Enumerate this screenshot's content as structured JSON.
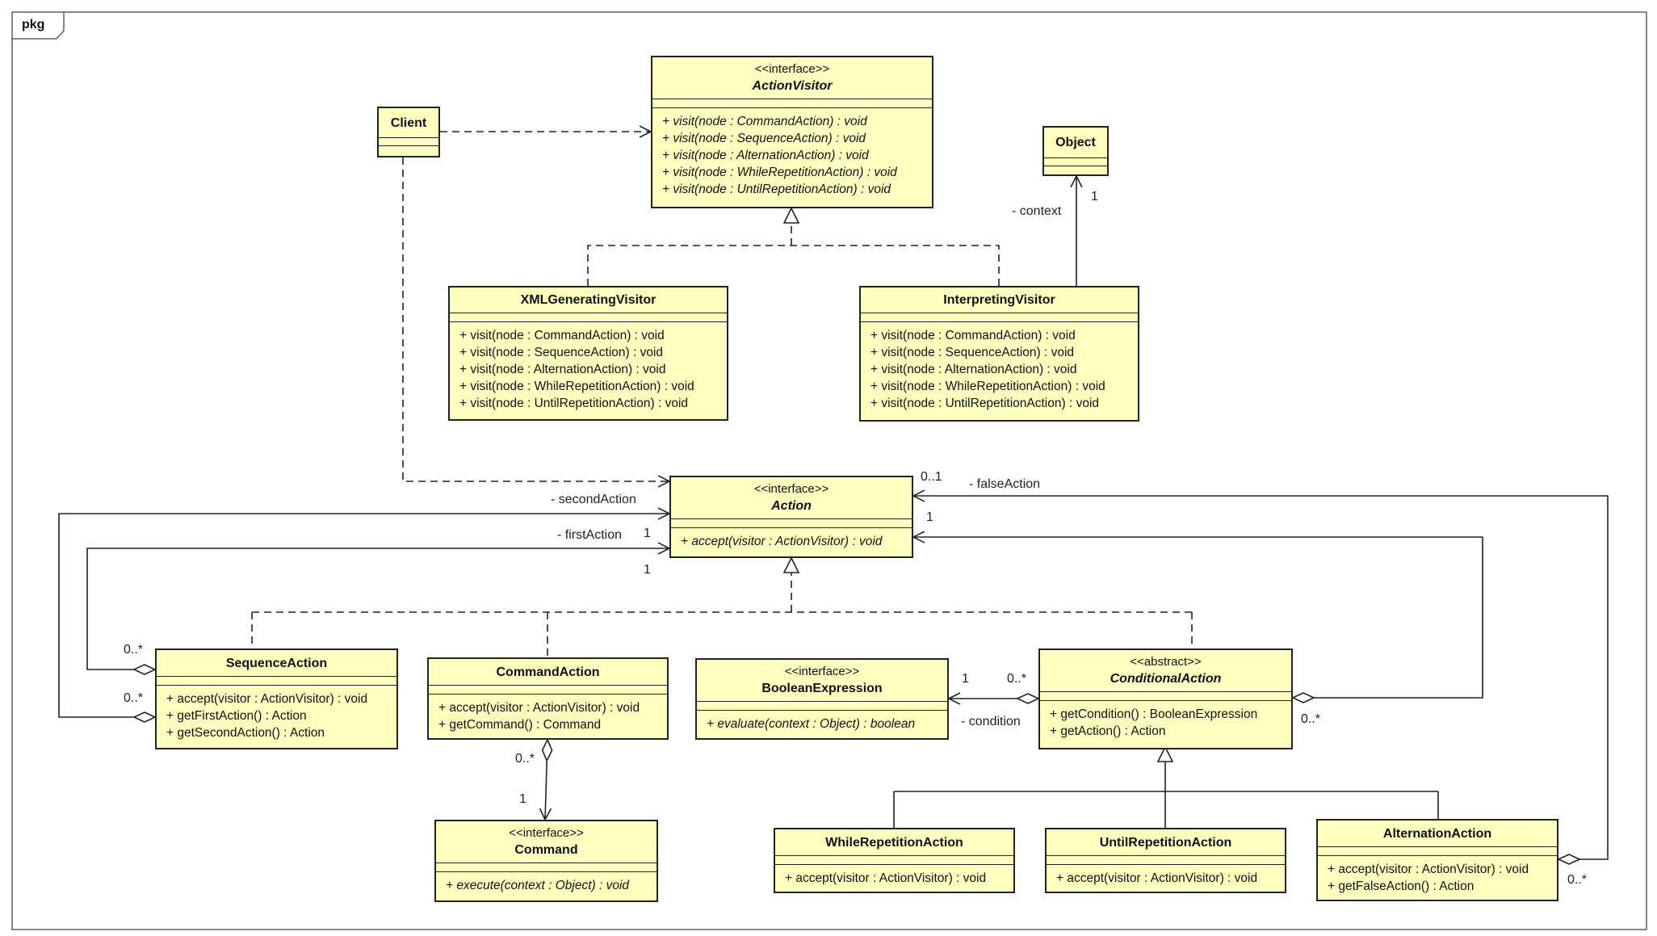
{
  "package": {
    "label": "pkg"
  },
  "classes": {
    "client": {
      "name": "Client"
    },
    "object": {
      "name": "Object"
    },
    "action_visitor": {
      "stereotype": "<<interface>>",
      "name": "ActionVisitor",
      "ops": [
        "+ visit(node : CommandAction) : void",
        "+ visit(node : SequenceAction) : void",
        "+ visit(node : AlternationAction) : void",
        "+ visit(node : WhileRepetitionAction) : void",
        "+ visit(node : UntilRepetitionAction) : void"
      ]
    },
    "xml_visitor": {
      "name": "XMLGeneratingVisitor",
      "ops": [
        "+ visit(node : CommandAction) : void",
        "+ visit(node : SequenceAction) : void",
        "+ visit(node : AlternationAction) : void",
        "+ visit(node : WhileRepetitionAction) : void",
        "+ visit(node : UntilRepetitionAction) : void"
      ]
    },
    "interpreting_visitor": {
      "name": "InterpretingVisitor",
      "ops": [
        "+ visit(node : CommandAction) : void",
        "+ visit(node : SequenceAction) : void",
        "+ visit(node : AlternationAction) : void",
        "+ visit(node : WhileRepetitionAction) : void",
        "+ visit(node : UntilRepetitionAction) : void"
      ]
    },
    "action": {
      "stereotype": "<<interface>>",
      "name": "Action",
      "ops": [
        "+ accept(visitor : ActionVisitor) : void"
      ]
    },
    "sequence_action": {
      "name": "SequenceAction",
      "ops": [
        "+ accept(visitor : ActionVisitor) : void",
        "+ getFirstAction() : Action",
        "+ getSecondAction() : Action"
      ]
    },
    "command_action": {
      "name": "CommandAction",
      "ops": [
        "+ accept(visitor : ActionVisitor) : void",
        "+ getCommand() : Command"
      ]
    },
    "boolean_expression": {
      "stereotype": "<<interface>>",
      "name": "BooleanExpression",
      "ops": [
        "+ evaluate(context : Object) : boolean"
      ]
    },
    "conditional_action": {
      "stereotype": "<<abstract>>",
      "name": "ConditionalAction",
      "ops": [
        "+ getCondition() : BooleanExpression",
        "+ getAction() : Action"
      ]
    },
    "command": {
      "stereotype": "<<interface>>",
      "name": "Command",
      "ops": [
        "+ execute(context : Object) : void"
      ]
    },
    "while_action": {
      "name": "WhileRepetitionAction",
      "ops": [
        "+ accept(visitor : ActionVisitor) : void"
      ]
    },
    "until_action": {
      "name": "UntilRepetitionAction",
      "ops": [
        "+ accept(visitor : ActionVisitor) : void"
      ]
    },
    "alternation_action": {
      "name": "AlternationAction",
      "ops": [
        "+ accept(visitor : ActionVisitor) : void",
        "+ getFalseAction() : Action"
      ]
    }
  },
  "labels": {
    "context_role": "- context",
    "context_mult": "1",
    "second_action_role": "- secondAction",
    "first_action_role": "- firstAction",
    "first_action_mult": "1",
    "second_action_mult": "1",
    "seq_first_mult": "0..*",
    "seq_second_mult": "0..*",
    "false_action_role": "- falseAction",
    "false_action_mult": "0..1",
    "cond_action_mult": "1",
    "condition_role": "- condition",
    "condition_mult": "1",
    "cond_agg_mult": "0..*",
    "cond_action_agg_mult": "0..*",
    "command_agg_mult": "0..*",
    "command_mult": "1",
    "alt_agg_mult": "0..*"
  }
}
